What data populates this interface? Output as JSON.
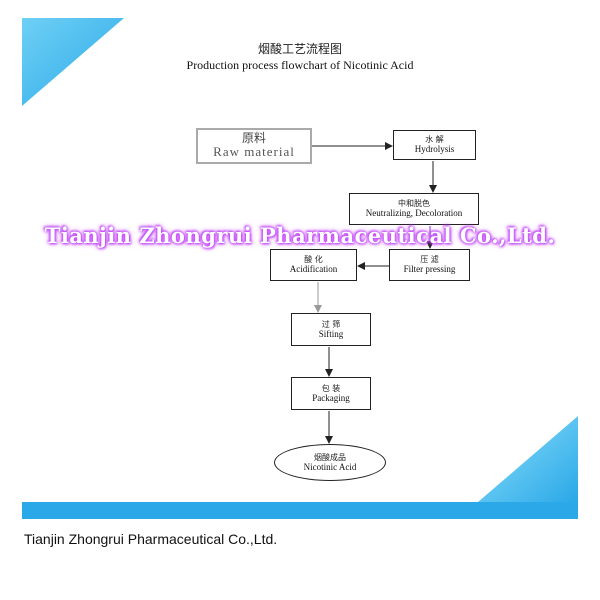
{
  "title": {
    "zh": "烟酸工艺流程图",
    "en": "Production process flowchart of Nicotinic Acid"
  },
  "nodes": {
    "raw_material": {
      "zh": "原料",
      "en": "Raw material"
    },
    "hydrolysis": {
      "zh": "水 解",
      "en": "Hydrolysis"
    },
    "neutralizing": {
      "zh": "中和脱色",
      "en": "Neutralizing, Decoloration"
    },
    "filter_pressing": {
      "zh": "压 滤",
      "en": "Filter pressing"
    },
    "acidification": {
      "zh": "酸 化",
      "en": "Acidification"
    },
    "sifting": {
      "zh": "过 筛",
      "en": "Sifting"
    },
    "packaging": {
      "zh": "包 装",
      "en": "Packaging"
    },
    "product": {
      "zh": "烟酸成品",
      "en": "Nicotinic Acid"
    }
  },
  "watermark": "Tianjin Zhongrui Pharmaceutical Co.,Ltd.",
  "footer": "Tianjin Zhongrui Pharmaceutical Co.,Ltd.",
  "colors": {
    "accent_blue": "#2aa8e8",
    "accent_light_blue": "#6fd0f5",
    "watermark_glow": "#c64cff"
  }
}
